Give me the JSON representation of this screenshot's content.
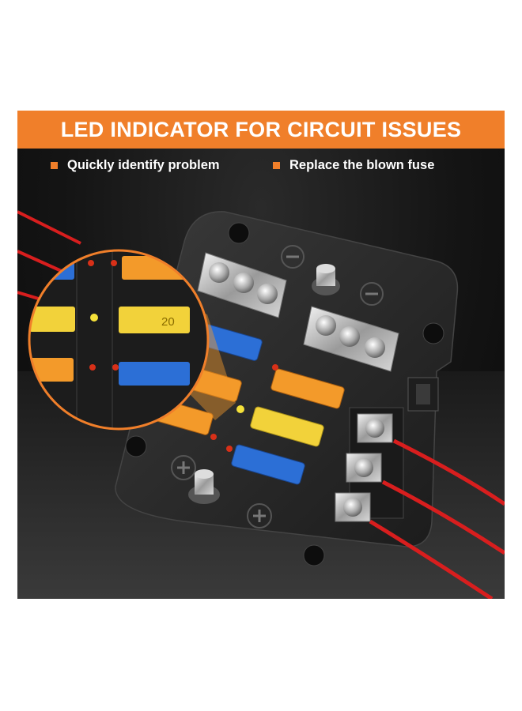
{
  "banner": {
    "title": "LED INDICATOR FOR CIRCUIT ISSUES",
    "color": "#f07f2a"
  },
  "bullets": [
    {
      "text": "Quickly identify problem"
    },
    {
      "text": "Replace the blown fuse"
    }
  ],
  "photo": {
    "subject": "fuse-block",
    "fuse_colors": {
      "orange": "#f39a2a",
      "yellow": "#f2d23a",
      "blue": "#2c6fd6"
    },
    "zoom_fuse_label": "20",
    "led_color_red": "#d83018",
    "led_color_yellow": "#f5e13a",
    "wire_color": "#d81e1e"
  }
}
